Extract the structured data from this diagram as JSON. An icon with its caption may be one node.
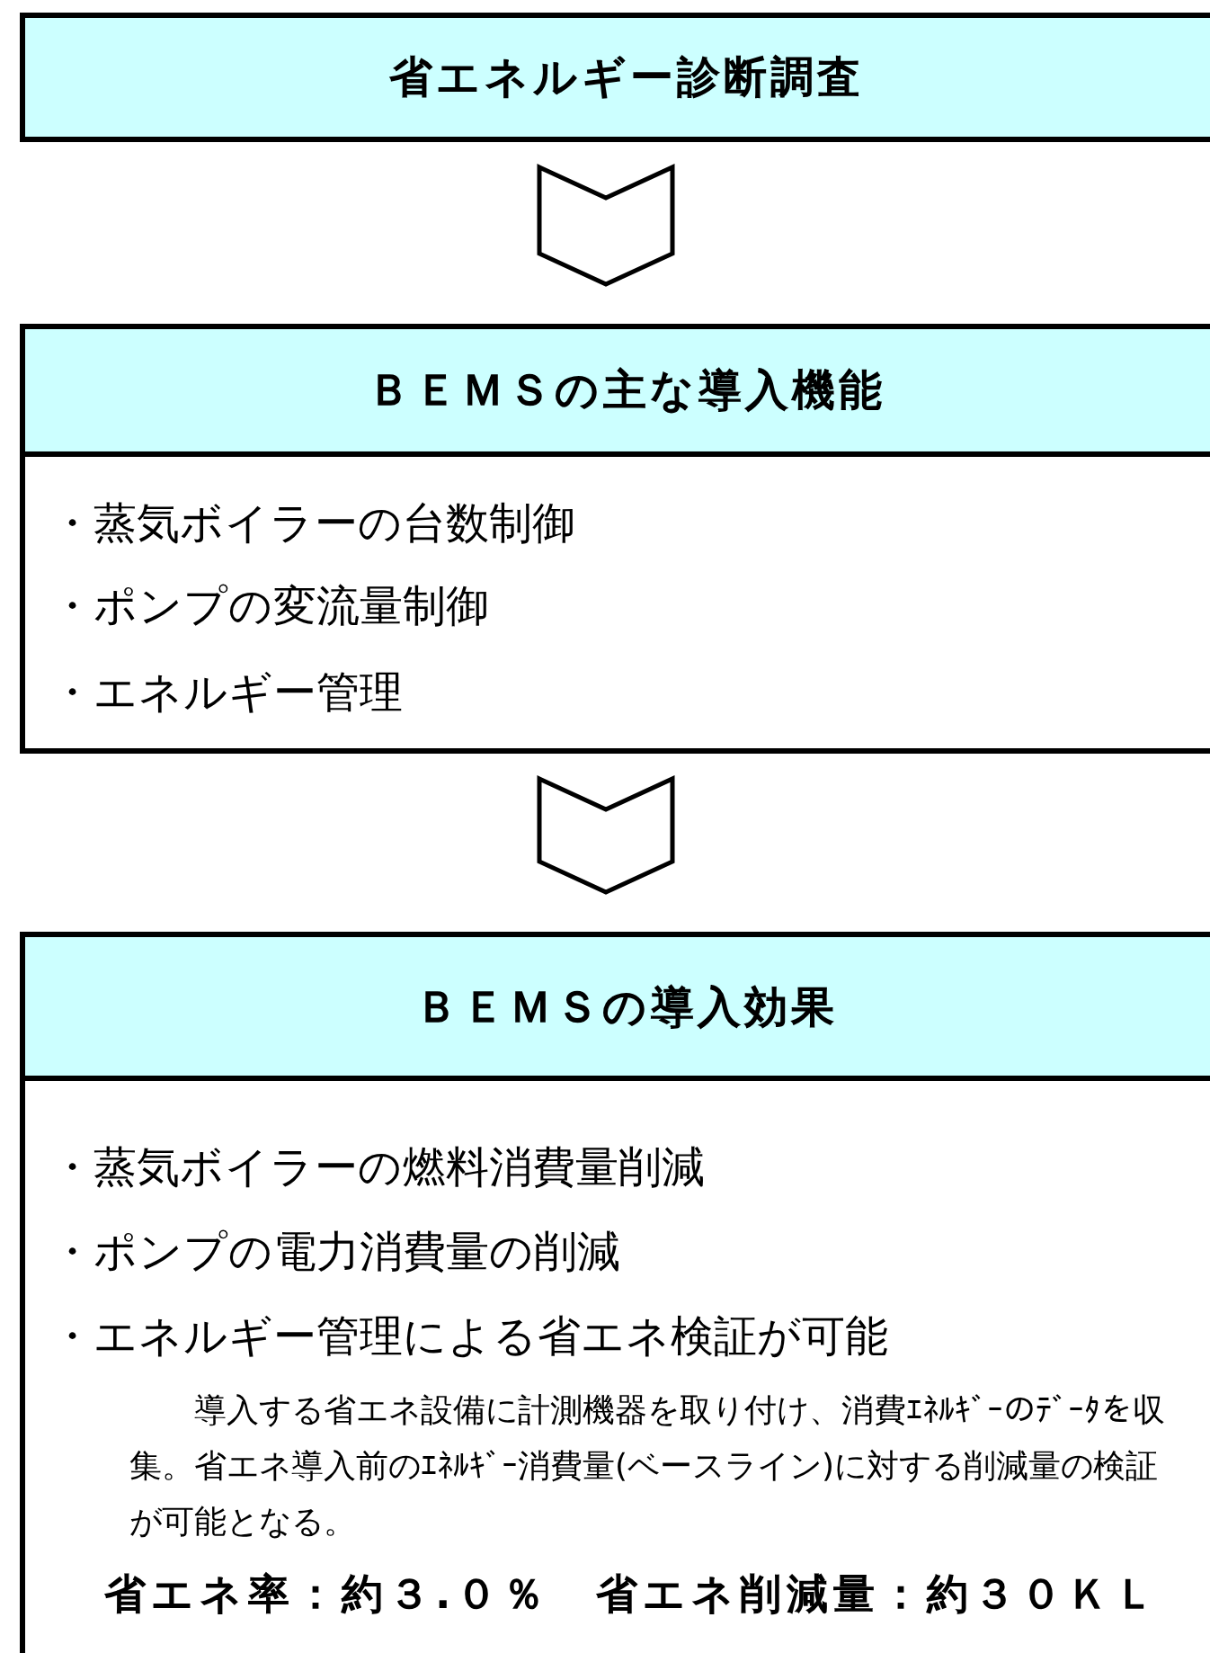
{
  "diagram": {
    "nodes": [
      {
        "text": [
          "省エネルギー診断調査"
        ]
      },
      {
        "text": [
          "ＢＥＭＳの主な導入機能",
          "・蒸気ボイラーの台数制御",
          "・ポンプの変流量制御",
          "・エネルギー管理"
        ]
      },
      {
        "text": [
          "ＢＥＭＳの導入効果",
          "・蒸気ボイラーの燃料消費量削減",
          "・ポンプの電力消費量の削減",
          "・エネルギー管理による省エネ検証が可能",
          "導入する省エネ設備に計測機器を取り付け、消費ｴﾈﾙｷﾞｰのﾃﾞｰﾀを収集。省エネ導入前のｴﾈﾙｷﾞｰ消費量(ベースライン)に対する削減量の検証が可能となる。",
          "省エネ率：約３.０％　省エネ削減量：約３０ＫＬ"
        ]
      }
    ],
    "edges": [
      {
        "from": 0,
        "to": 1,
        "arrow": "to"
      },
      {
        "from": 1,
        "to": 2,
        "arrow": "to"
      }
    ]
  }
}
